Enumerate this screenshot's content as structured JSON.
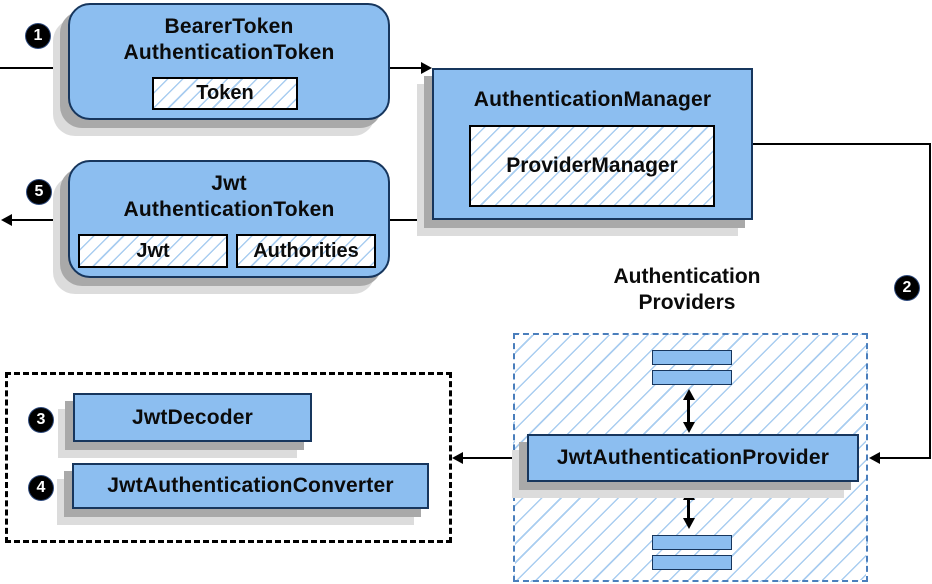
{
  "colors": {
    "node_fill": "#8cbef0",
    "node_border": "#17365d",
    "inner_border": "#000000",
    "hatch_line": "#a9cdf0",
    "providers_border": "#4a7ebc",
    "black_dash": "#000000",
    "arrow": "#000000",
    "shadow_dark": "#a9a9a9",
    "shadow_light": "#dcdcdc",
    "badge_bg": "#000000",
    "badge_text": "#ffffff"
  },
  "badges": {
    "b1": "1",
    "b2": "2",
    "b3": "3",
    "b4": "4",
    "b5": "5"
  },
  "nodes": {
    "bearer_token": {
      "line1": "BearerToken",
      "line2": "AuthenticationToken",
      "field": "Token"
    },
    "authentication_manager": {
      "title": "AuthenticationManager",
      "impl": "ProviderManager"
    },
    "jwt_authentication_token": {
      "line1": "Jwt",
      "line2": "AuthenticationToken",
      "field1": "Jwt",
      "field2": "Authorities"
    },
    "jwt_authentication_provider": {
      "title": "JwtAuthenticationProvider"
    },
    "jwt_decoder": {
      "title": "JwtDecoder"
    },
    "jwt_authentication_converter": {
      "title": "JwtAuthenticationConverter"
    },
    "providers_group": {
      "line1": "Authentication",
      "line2": "Providers"
    }
  }
}
